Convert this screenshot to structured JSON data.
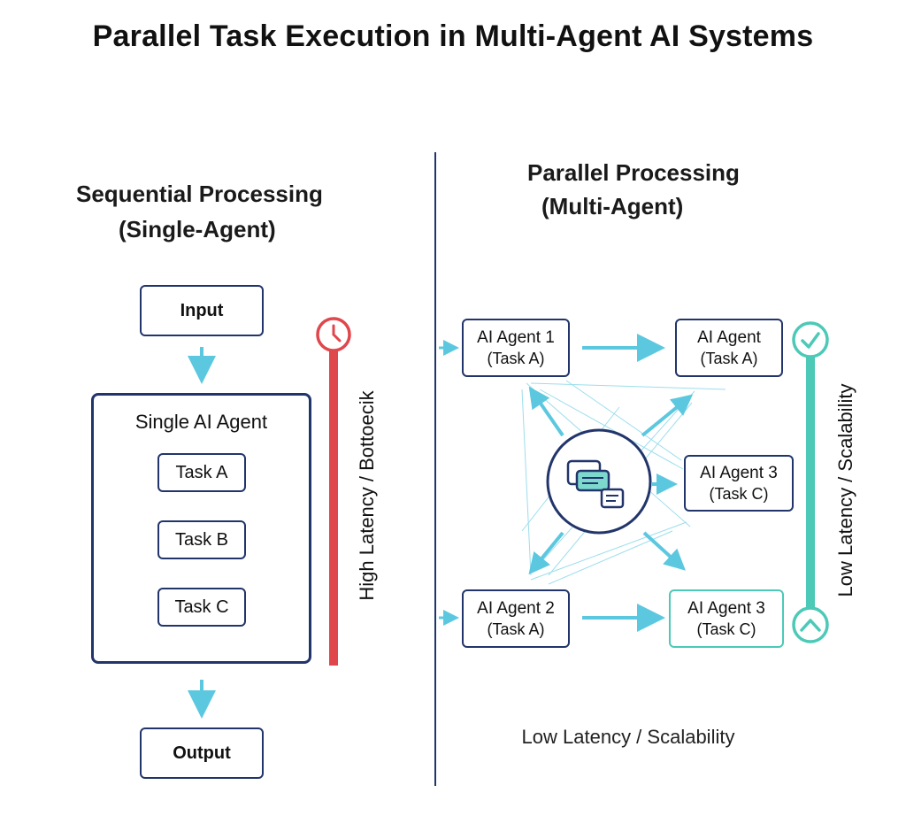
{
  "title": "Parallel Task Execution in Multi-Agent AI Systems",
  "left": {
    "heading_line1": "Sequential Processing",
    "heading_line2": "(Single-Agent)",
    "input": "Input",
    "agent": "Single AI Agent",
    "tasks": [
      "Task A",
      "Task B",
      "Task C"
    ],
    "output": "Output",
    "latency_label": "High Latency / Bottoecik"
  },
  "right": {
    "heading_line1": "Parallel Processing",
    "heading_line2": "(Multi-Agent)",
    "agents": [
      {
        "name": "AI Agent 1",
        "task": "(Task A)"
      },
      {
        "name": "AI Agent",
        "task": "(Task A)"
      },
      {
        "name": "AI Agent 3",
        "task": "(Task C)"
      },
      {
        "name": "AI Agent 2",
        "task": "(Task A)"
      },
      {
        "name": "AI Agent 3",
        "task": "(Task C)"
      }
    ],
    "side_label": "Low Latency / Scalability",
    "bottom_label": "Low Latency / Scalability"
  },
  "colors": {
    "navy": "#22356b",
    "arrow": "#5cc8e0",
    "red": "#e0474c",
    "teal": "#4cc9b7"
  },
  "icons": {
    "clock": "clock-icon",
    "check": "check-circle-icon",
    "chevron_up": "chevron-up-circle-icon",
    "hub": "message-hub-icon"
  }
}
